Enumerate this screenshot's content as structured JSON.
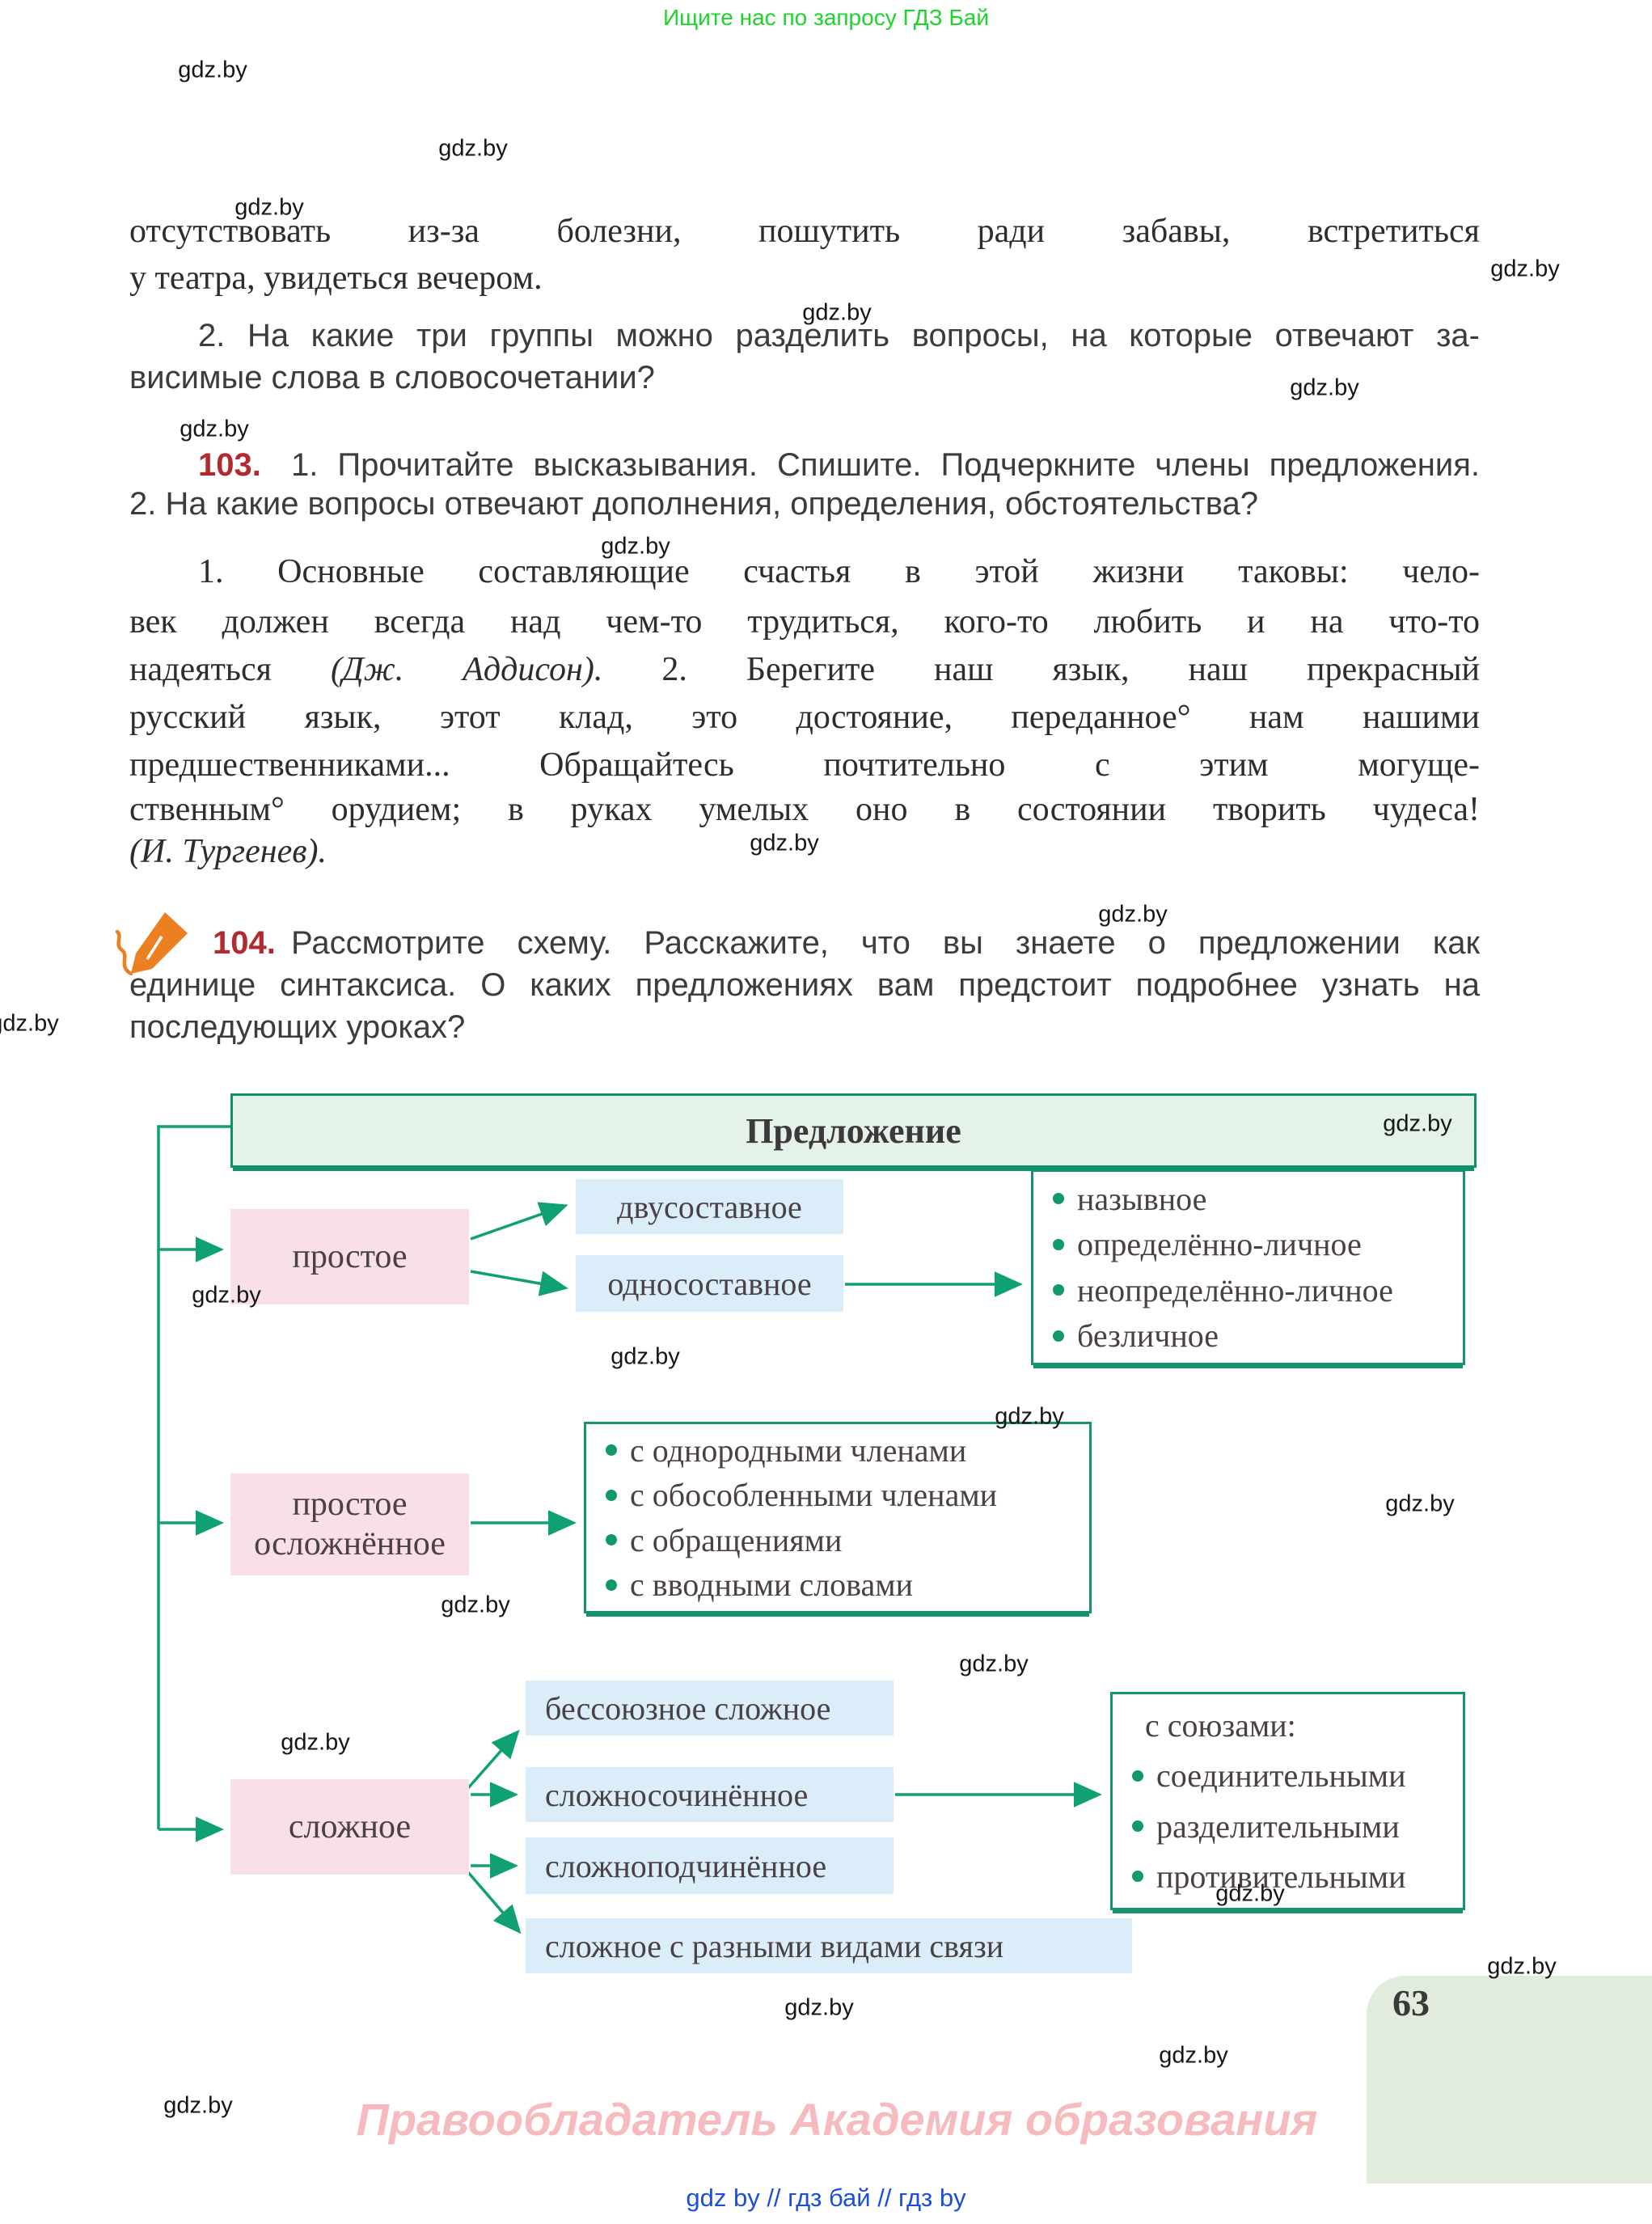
{
  "page": {
    "top_banner": "Ищите нас по запросу ГДЗ Бай",
    "watermark": "gdz.by",
    "page_number": "63",
    "copyright": "Правообладатель Академия образования",
    "footer_links": "gdz by  //  гдз бай  //  гдз by"
  },
  "intro": {
    "line1": "отсутствовать из-за болезни, пошутить ради забавы, встретиться",
    "line2": "у театра, увидеться вечером.",
    "q2_line1": "2. На какие три группы можно разделить вопросы, на которые отвечают за-",
    "q2_line2": "висимые слова в словосочетании?"
  },
  "ex103": {
    "number": "103.",
    "task1": "1. Прочитайте высказывания. Спишите. Подчеркните члены предложения.",
    "task2": "2. На какие вопросы отвечают дополнения, определения, обстоятельства?",
    "p1": "1. Основные составляющие счастья в этой жизни таковы: чело-",
    "p2": "век должен всегда над чем-то трудиться, кого-то любить и на что-то",
    "p3a": "надеяться ",
    "p3b": "(Дж. Аддисон).",
    "p3c": " 2. Берегите наш язык, наш прекрасный",
    "p4": "русский язык, этот клад, это достояние, переданное° нам нашими",
    "p5": "предшественниками... Обращайтесь почтительно с этим могуще-",
    "p6": "ственным° орудием; в руках умелых оно в состоянии творить чудеса!",
    "p7": "(И. Тургенев)."
  },
  "ex104": {
    "number": "104.",
    "line1": "Рассмотрите схему. Расскажите, что вы знаете о предложении как",
    "line2": "единице синтаксиса. О каких предложениях вам предстоит подробнее узнать на",
    "line3": "последующих уроках?"
  },
  "diagram": {
    "root": "Предложение",
    "simple_label": "простое",
    "two_part": "двусоставное",
    "one_part": "односоставное",
    "one_part_types": [
      "назывное",
      "определённо-личное",
      "неопределённо-личное",
      "безличное"
    ],
    "complicated_line1": "простое",
    "complicated_line2": "осложнённое",
    "complicated_types": [
      "с однородными членами",
      "с обособленными членами",
      "с обращениями",
      "с вводными словами"
    ],
    "complex_label": "сложное",
    "asyndetic": "бессоюзное сложное",
    "compound": "сложносочинённое",
    "complex_sub": "сложноподчинённое",
    "mixed": "сложное с разными видами связи",
    "conjunctions_title": "с союзами:",
    "conjunction_types": [
      "соединительными",
      "разделительными",
      "противительными"
    ]
  },
  "colors": {
    "accent_teal": "#15956f",
    "mint_fill": "#e4f2e9",
    "pink_fill": "#f9dfe9",
    "blue_fill": "#dbedf9",
    "exercise_number_red": "#b32a2e",
    "banner_green": "#1ed42b",
    "footer_blue": "#1b4fd9",
    "copyright_pink": "#f5bbbf",
    "page_tab_green": "#e1ecdf"
  }
}
